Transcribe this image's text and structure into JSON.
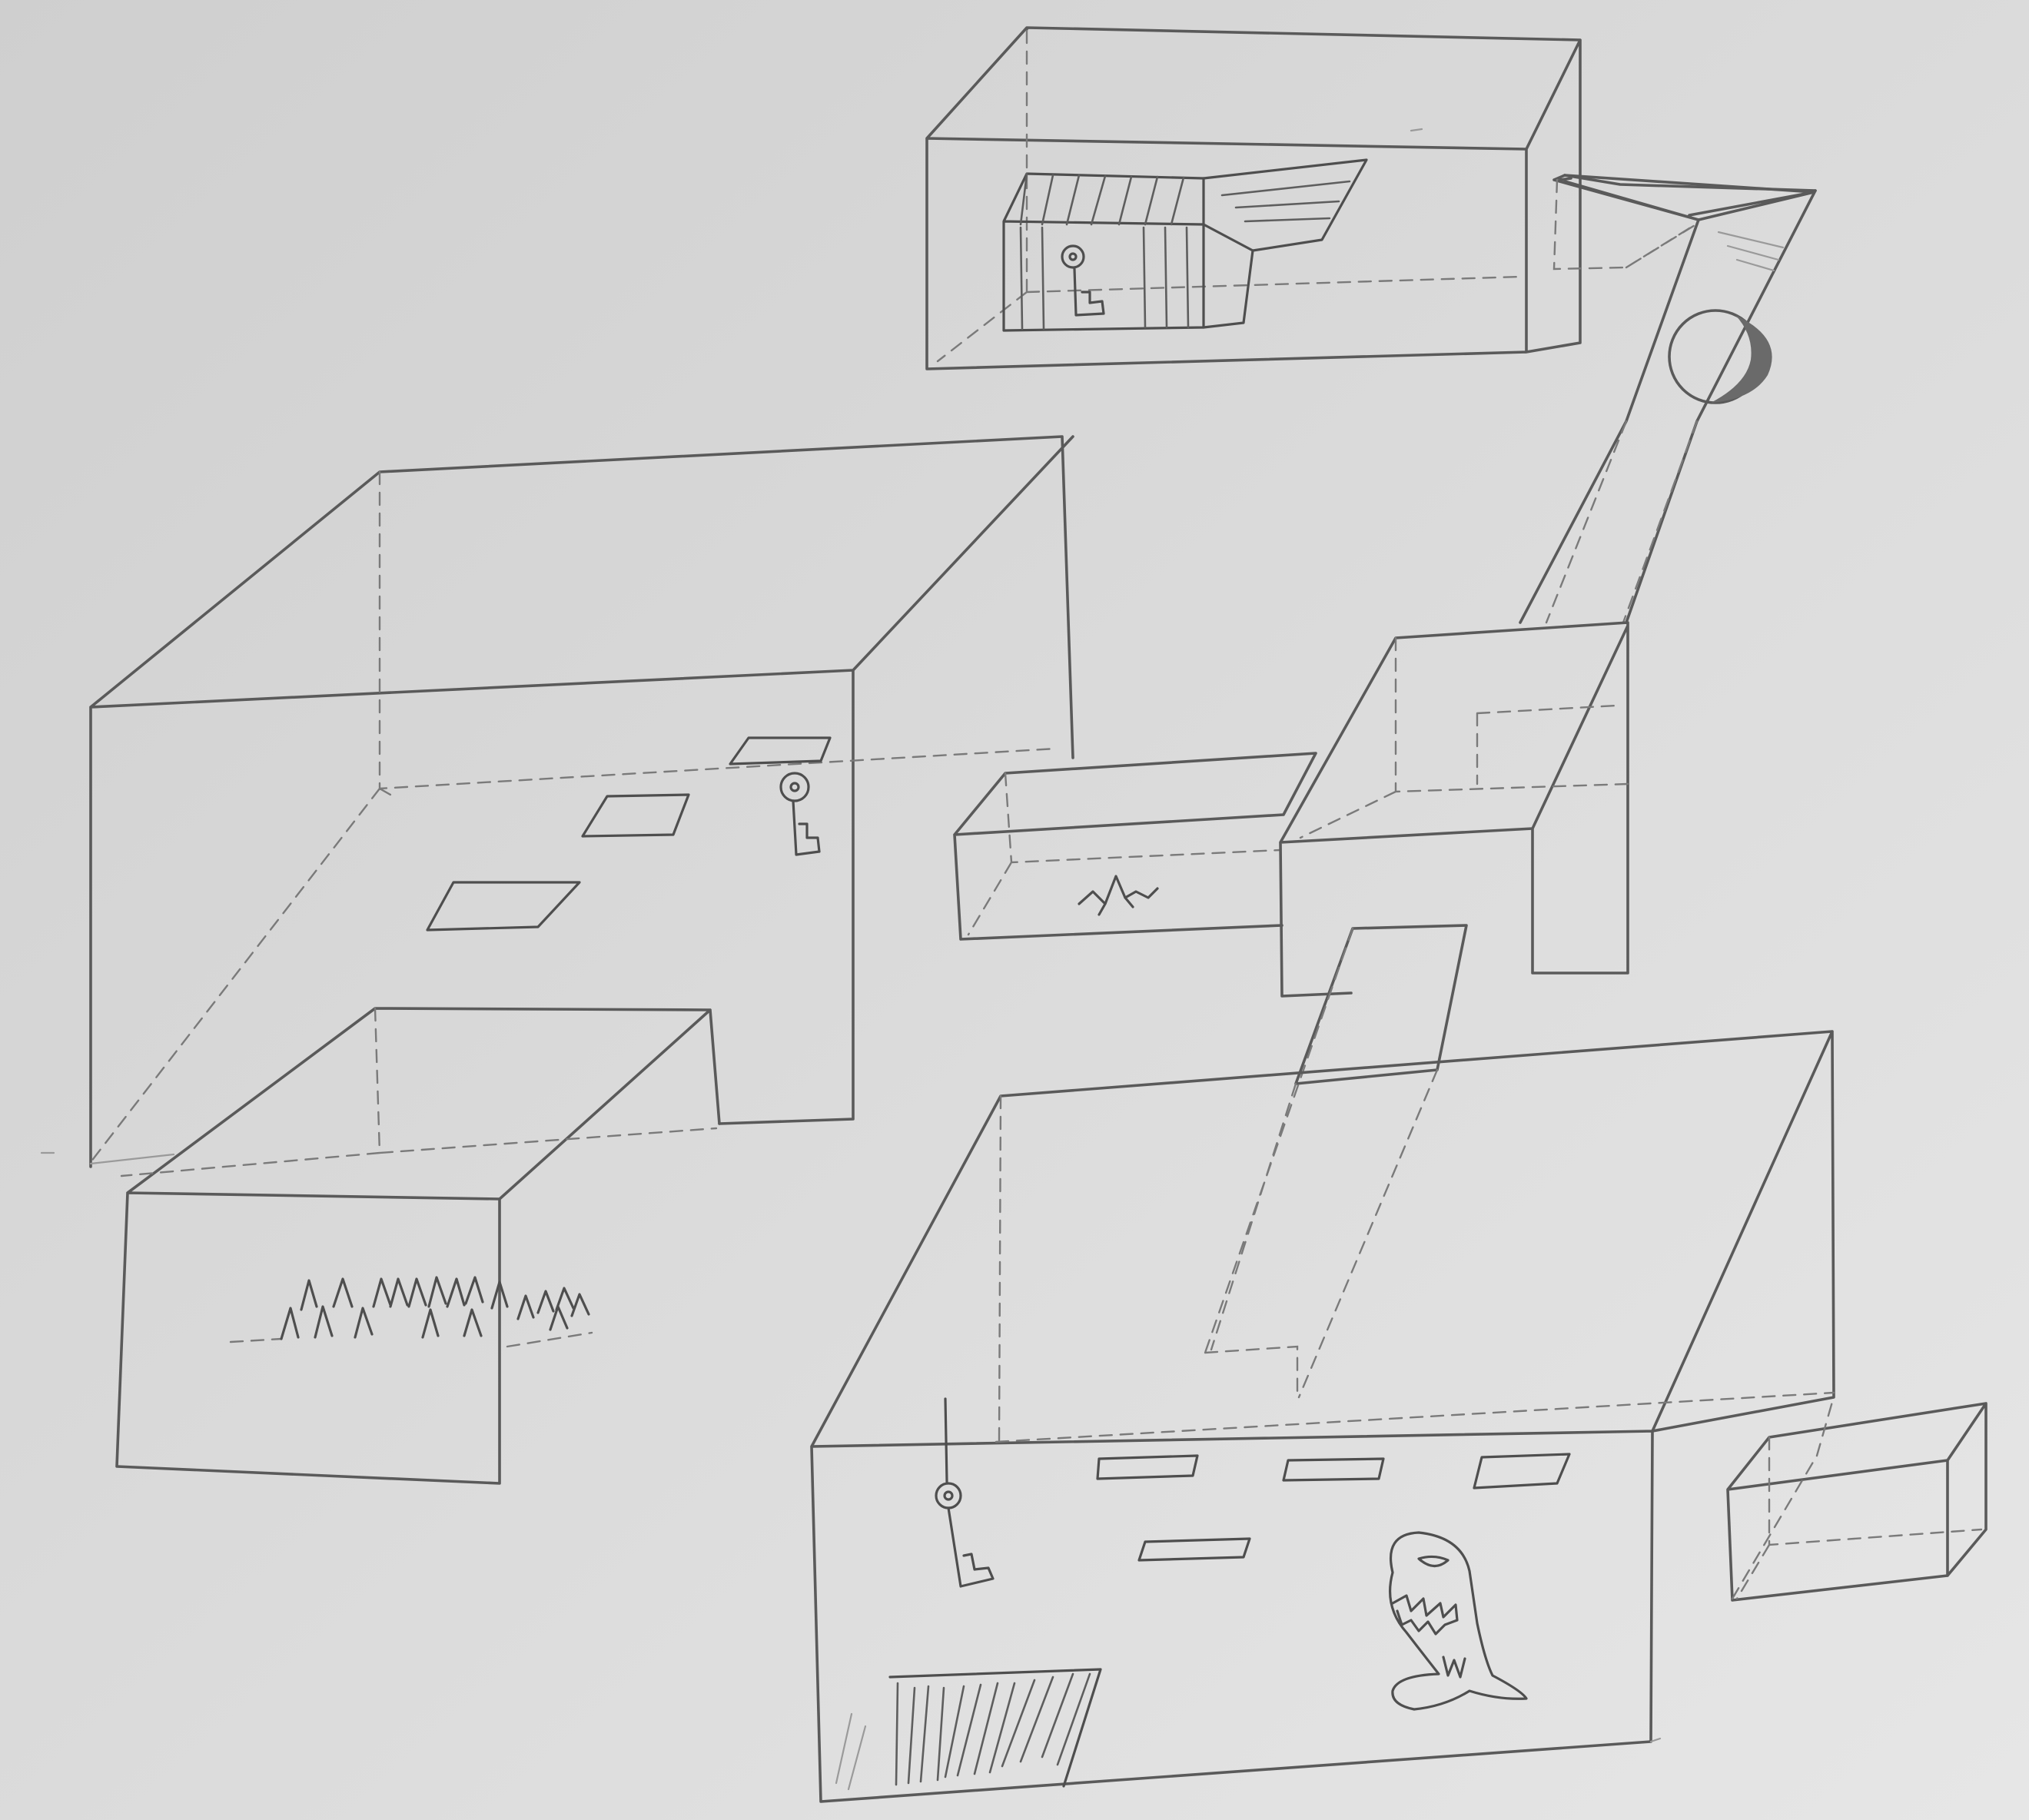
{
  "drawing": {
    "kind": "pencil-sketch-game-level-map",
    "medium_colors": {
      "paper_light": "#e2e2e2",
      "paper_dark": "#c9c9c9",
      "pencil": "#5a5a5a"
    },
    "rooms": [
      {
        "id": "upper-chest-room",
        "contents": [
          "treasure-chest-icon",
          "key-icon"
        ]
      },
      {
        "id": "tube-corridor",
        "contents": [
          "boulder-icon"
        ]
      },
      {
        "id": "big-platform-room",
        "contents": [
          "floating-platform",
          "floating-platform",
          "floating-platform",
          "key-icon"
        ]
      },
      {
        "id": "cracked-bridge-room",
        "contents": [
          "floor-crack-icon"
        ]
      },
      {
        "id": "junction-room",
        "contents": []
      },
      {
        "id": "spike-pit-room",
        "contents": [
          "spikes-icon"
        ]
      },
      {
        "id": "monster-room",
        "contents": [
          "floating-platform",
          "floating-platform",
          "floating-platform",
          "floating-platform",
          "key-icon",
          "monster-icon",
          "barred-gate-icon"
        ]
      },
      {
        "id": "exit-room",
        "contents": []
      }
    ]
  }
}
